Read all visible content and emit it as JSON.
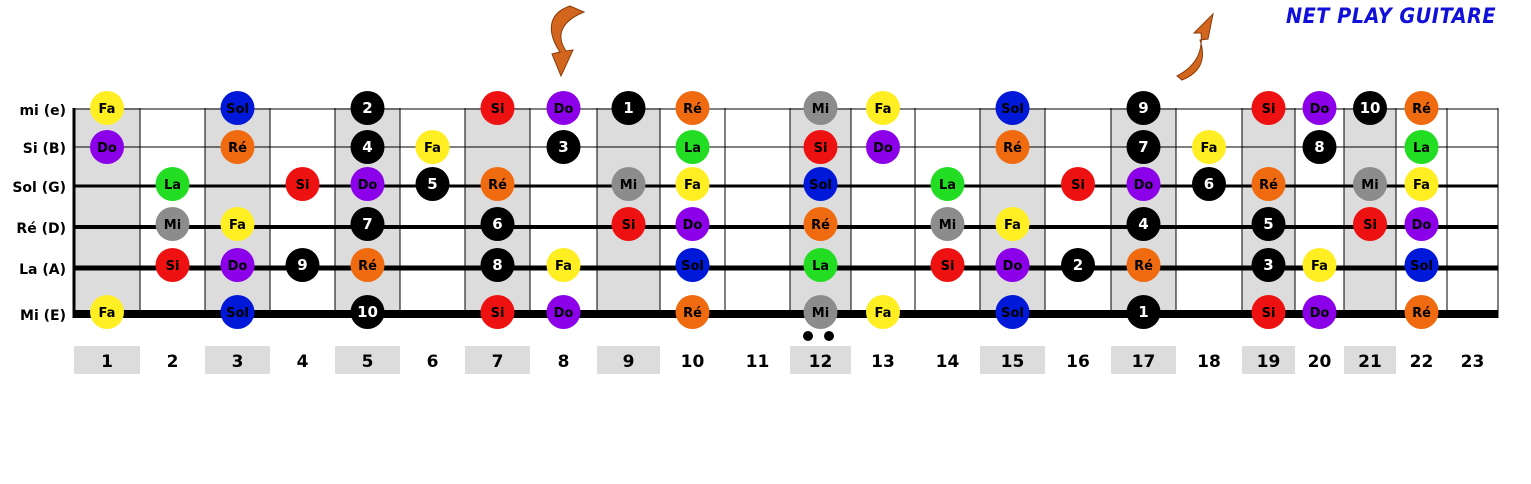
{
  "brand": "NET PLAY GUITARE",
  "strings": [
    {
      "label": "mi (e)"
    },
    {
      "label": "Si (B)"
    },
    {
      "label": "Sol (G)"
    },
    {
      "label": "Ré (D)"
    },
    {
      "label": "La (A)"
    },
    {
      "label": "Mi (E)"
    }
  ],
  "frets": [
    "1",
    "2",
    "3",
    "4",
    "5",
    "6",
    "7",
    "8",
    "9",
    "10",
    "11",
    "12",
    "13",
    "14",
    "15",
    "16",
    "17",
    "18",
    "19",
    "20",
    "21",
    "22",
    "23"
  ],
  "shaded_frets": [
    1,
    3,
    5,
    7,
    9,
    12,
    15,
    17,
    19,
    21
  ],
  "colors": {
    "Do": "#8b00e8",
    "Ré": "#f06a10",
    "Mi": "#8c8c8c",
    "Fa": "#ffee22",
    "Sol": "#0018d8",
    "La": "#22dd22",
    "Si": "#ee1111",
    "num": "#000000",
    "fret_shade": "#dcdcdc",
    "arrow": "#d2661e",
    "brand": "#1010d8"
  },
  "notes": [
    {
      "s": 0,
      "f": 1,
      "t": "Fa",
      "c": "Fa"
    },
    {
      "s": 0,
      "f": 3,
      "t": "Sol",
      "c": "Sol"
    },
    {
      "s": 0,
      "f": 5,
      "t": "2",
      "c": "num"
    },
    {
      "s": 0,
      "f": 7,
      "t": "Si",
      "c": "Si"
    },
    {
      "s": 0,
      "f": 8,
      "t": "Do",
      "c": "Do"
    },
    {
      "s": 0,
      "f": 9,
      "t": "1",
      "c": "num"
    },
    {
      "s": 0,
      "f": 10,
      "t": "Ré",
      "c": "Ré"
    },
    {
      "s": 0,
      "f": 12,
      "t": "Mi",
      "c": "Mi"
    },
    {
      "s": 0,
      "f": 13,
      "t": "Fa",
      "c": "Fa"
    },
    {
      "s": 0,
      "f": 15,
      "t": "Sol",
      "c": "Sol"
    },
    {
      "s": 0,
      "f": 17,
      "t": "9",
      "c": "num"
    },
    {
      "s": 0,
      "f": 19,
      "t": "Si",
      "c": "Si"
    },
    {
      "s": 0,
      "f": 20,
      "t": "Do",
      "c": "Do"
    },
    {
      "s": 0,
      "f": 21,
      "t": "10",
      "c": "num"
    },
    {
      "s": 0,
      "f": 22,
      "t": "Ré",
      "c": "Ré"
    },
    {
      "s": 1,
      "f": 1,
      "t": "Do",
      "c": "Do"
    },
    {
      "s": 1,
      "f": 3,
      "t": "Ré",
      "c": "Ré"
    },
    {
      "s": 1,
      "f": 5,
      "t": "4",
      "c": "num"
    },
    {
      "s": 1,
      "f": 6,
      "t": "Fa",
      "c": "Fa"
    },
    {
      "s": 1,
      "f": 8,
      "t": "3",
      "c": "num"
    },
    {
      "s": 1,
      "f": 10,
      "t": "La",
      "c": "La"
    },
    {
      "s": 1,
      "f": 12,
      "t": "Si",
      "c": "Si"
    },
    {
      "s": 1,
      "f": 13,
      "t": "Do",
      "c": "Do"
    },
    {
      "s": 1,
      "f": 15,
      "t": "Ré",
      "c": "Ré"
    },
    {
      "s": 1,
      "f": 17,
      "t": "7",
      "c": "num"
    },
    {
      "s": 1,
      "f": 18,
      "t": "Fa",
      "c": "Fa"
    },
    {
      "s": 1,
      "f": 20,
      "t": "8",
      "c": "num"
    },
    {
      "s": 1,
      "f": 22,
      "t": "La",
      "c": "La"
    },
    {
      "s": 2,
      "f": 2,
      "t": "La",
      "c": "La"
    },
    {
      "s": 2,
      "f": 4,
      "t": "Si",
      "c": "Si"
    },
    {
      "s": 2,
      "f": 5,
      "t": "Do",
      "c": "Do"
    },
    {
      "s": 2,
      "f": 6,
      "t": "5",
      "c": "num"
    },
    {
      "s": 2,
      "f": 7,
      "t": "Ré",
      "c": "Ré"
    },
    {
      "s": 2,
      "f": 9,
      "t": "Mi",
      "c": "Mi"
    },
    {
      "s": 2,
      "f": 10,
      "t": "Fa",
      "c": "Fa"
    },
    {
      "s": 2,
      "f": 12,
      "t": "Sol",
      "c": "Sol"
    },
    {
      "s": 2,
      "f": 14,
      "t": "La",
      "c": "La"
    },
    {
      "s": 2,
      "f": 16,
      "t": "Si",
      "c": "Si"
    },
    {
      "s": 2,
      "f": 17,
      "t": "Do",
      "c": "Do"
    },
    {
      "s": 2,
      "f": 18,
      "t": "6",
      "c": "num"
    },
    {
      "s": 2,
      "f": 19,
      "t": "Ré",
      "c": "Ré"
    },
    {
      "s": 2,
      "f": 21,
      "t": "Mi",
      "c": "Mi"
    },
    {
      "s": 2,
      "f": 22,
      "t": "Fa",
      "c": "Fa"
    },
    {
      "s": 3,
      "f": 2,
      "t": "Mi",
      "c": "Mi"
    },
    {
      "s": 3,
      "f": 3,
      "t": "Fa",
      "c": "Fa"
    },
    {
      "s": 3,
      "f": 5,
      "t": "7",
      "c": "num"
    },
    {
      "s": 3,
      "f": 7,
      "t": "6",
      "c": "num"
    },
    {
      "s": 3,
      "f": 9,
      "t": "Si",
      "c": "Si"
    },
    {
      "s": 3,
      "f": 10,
      "t": "Do",
      "c": "Do"
    },
    {
      "s": 3,
      "f": 12,
      "t": "Ré",
      "c": "Ré"
    },
    {
      "s": 3,
      "f": 14,
      "t": "Mi",
      "c": "Mi"
    },
    {
      "s": 3,
      "f": 15,
      "t": "Fa",
      "c": "Fa"
    },
    {
      "s": 3,
      "f": 17,
      "t": "4",
      "c": "num"
    },
    {
      "s": 3,
      "f": 19,
      "t": "5",
      "c": "num"
    },
    {
      "s": 3,
      "f": 21,
      "t": "Si",
      "c": "Si"
    },
    {
      "s": 3,
      "f": 22,
      "t": "Do",
      "c": "Do"
    },
    {
      "s": 4,
      "f": 2,
      "t": "Si",
      "c": "Si"
    },
    {
      "s": 4,
      "f": 3,
      "t": "Do",
      "c": "Do"
    },
    {
      "s": 4,
      "f": 4,
      "t": "9",
      "c": "num"
    },
    {
      "s": 4,
      "f": 5,
      "t": "Ré",
      "c": "Ré"
    },
    {
      "s": 4,
      "f": 7,
      "t": "8",
      "c": "num"
    },
    {
      "s": 4,
      "f": 8,
      "t": "Fa",
      "c": "Fa"
    },
    {
      "s": 4,
      "f": 10,
      "t": "Sol",
      "c": "Sol"
    },
    {
      "s": 4,
      "f": 12,
      "t": "La",
      "c": "La"
    },
    {
      "s": 4,
      "f": 14,
      "t": "Si",
      "c": "Si"
    },
    {
      "s": 4,
      "f": 15,
      "t": "Do",
      "c": "Do"
    },
    {
      "s": 4,
      "f": 16,
      "t": "2",
      "c": "num"
    },
    {
      "s": 4,
      "f": 17,
      "t": "Ré",
      "c": "Ré"
    },
    {
      "s": 4,
      "f": 19,
      "t": "3",
      "c": "num"
    },
    {
      "s": 4,
      "f": 20,
      "t": "Fa",
      "c": "Fa"
    },
    {
      "s": 4,
      "f": 22,
      "t": "Sol",
      "c": "Sol"
    },
    {
      "s": 5,
      "f": 1,
      "t": "Fa",
      "c": "Fa"
    },
    {
      "s": 5,
      "f": 3,
      "t": "Sol",
      "c": "Sol"
    },
    {
      "s": 5,
      "f": 5,
      "t": "10",
      "c": "num"
    },
    {
      "s": 5,
      "f": 7,
      "t": "Si",
      "c": "Si"
    },
    {
      "s": 5,
      "f": 8,
      "t": "Do",
      "c": "Do"
    },
    {
      "s": 5,
      "f": 10,
      "t": "Ré",
      "c": "Ré"
    },
    {
      "s": 5,
      "f": 12,
      "t": "Mi",
      "c": "Mi"
    },
    {
      "s": 5,
      "f": 13,
      "t": "Fa",
      "c": "Fa"
    },
    {
      "s": 5,
      "f": 15,
      "t": "Sol",
      "c": "Sol"
    },
    {
      "s": 5,
      "f": 17,
      "t": "1",
      "c": "num"
    },
    {
      "s": 5,
      "f": 19,
      "t": "Si",
      "c": "Si"
    },
    {
      "s": 5,
      "f": 20,
      "t": "Do",
      "c": "Do"
    },
    {
      "s": 5,
      "f": 22,
      "t": "Ré",
      "c": "Ré"
    }
  ]
}
